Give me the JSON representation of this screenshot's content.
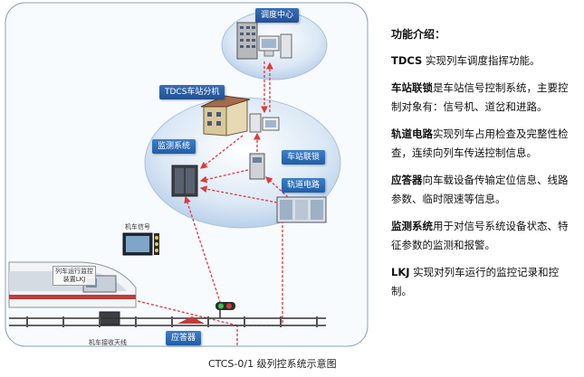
{
  "diagram": {
    "labels": {
      "dispatch_center": "调度中心",
      "tdcs_station": "TDCS车站分机",
      "monitor_system": "监测系统",
      "station_interlock": "车站联锁",
      "track_circuit": "轨道电路",
      "loco_signal": "机车信号",
      "lkj_label_line1": "列车运行监控",
      "lkj_label_line2": "装置LKJ",
      "loco_antenna": "机车接收天线",
      "transponder": "应答器"
    },
    "caption": "CTCS-0/1 级列控系统示意图"
  },
  "panel": {
    "title": "功能介绍：",
    "items": [
      {
        "term": "TDCS",
        "text": " 实现列车调度指挥功能。"
      },
      {
        "term": "车站联锁",
        "text": "是车站信号控制系统，主要控制对象有：信号机、道岔和进路。"
      },
      {
        "term": "轨道电路",
        "text": "实现列车占用检查及完整性检查，连续向列车传送控制信息。"
      },
      {
        "term": "应答器",
        "text": "向车载设备传输定位信息、线路参数、临时限速等信息。"
      },
      {
        "term": "监测系统",
        "text": "用于对信号系统设备状态、特征参数的监测和报警。"
      },
      {
        "term": "LKJ",
        "text": " 实现对列车运行的监控记录和控制。"
      }
    ]
  },
  "colors": {
    "tag": "#2a67b0",
    "arrow": "#e03a3a",
    "ellipse": "#cfe0f2",
    "frame": "#8aa0b8"
  }
}
